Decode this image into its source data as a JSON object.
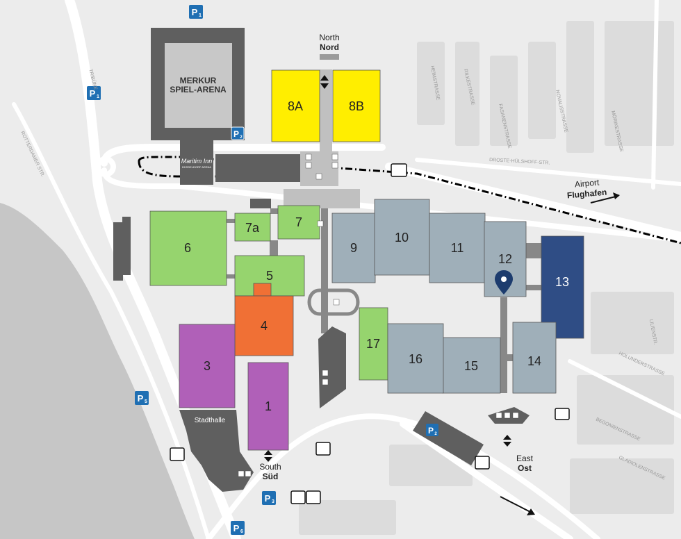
{
  "halls": [
    {
      "id": "8a",
      "label": "8A",
      "color": "#ffee00"
    },
    {
      "id": "8b",
      "label": "8B",
      "color": "#ffee00"
    },
    {
      "id": "7a",
      "label": "7a",
      "color": "#96d46e"
    },
    {
      "id": "7",
      "label": "7",
      "color": "#96d46e"
    },
    {
      "id": "6",
      "label": "6",
      "color": "#96d46e"
    },
    {
      "id": "5",
      "label": "5",
      "color": "#96d46e"
    },
    {
      "id": "4",
      "label": "4",
      "color": "#f07035"
    },
    {
      "id": "3",
      "label": "3",
      "color": "#b060b8"
    },
    {
      "id": "1",
      "label": "1",
      "color": "#b060b8"
    },
    {
      "id": "17",
      "label": "17",
      "color": "#96d46e"
    },
    {
      "id": "9",
      "label": "9",
      "color": "#9fafb9"
    },
    {
      "id": "10",
      "label": "10",
      "color": "#9fafb9"
    },
    {
      "id": "11",
      "label": "11",
      "color": "#9fafb9"
    },
    {
      "id": "12",
      "label": "12",
      "color": "#9fafb9"
    },
    {
      "id": "13",
      "label": "13",
      "color": "#2f4d85"
    },
    {
      "id": "14",
      "label": "14",
      "color": "#9fafb9"
    },
    {
      "id": "15",
      "label": "15",
      "color": "#9fafb9"
    },
    {
      "id": "16",
      "label": "16",
      "color": "#9fafb9"
    }
  ],
  "arena": {
    "line1": "MERKUR",
    "line2": "SPIEL-ARENA"
  },
  "stadthalle": "Stadthalle",
  "hotel": {
    "line1": "Maritim Inn",
    "line2": "DÜSSELDORF ARENA"
  },
  "entrances": {
    "north": {
      "en": "North",
      "de": "Nord"
    },
    "south": {
      "en": "South",
      "de": "Süd"
    },
    "east": {
      "en": "East",
      "de": "Ost"
    }
  },
  "airport": {
    "en": "Airport",
    "de": "Flughafen"
  },
  "parking": {
    "p1_top": {
      "letter": "P",
      "num": "1"
    },
    "p1_left": {
      "letter": "P",
      "num": "1"
    },
    "p2": {
      "letter": "P",
      "num": "2"
    },
    "p3": {
      "letter": "P",
      "num": "3"
    },
    "p5": {
      "letter": "P",
      "num": "5"
    },
    "p6": {
      "letter": "P",
      "num": "6"
    },
    "p_east": {
      "letter": "P",
      "num": "2"
    }
  },
  "streets": [
    {
      "id": "tribuene",
      "label": "TRIBÜNE"
    },
    {
      "id": "rotterdamer",
      "label": "ROTTERDAMER STR."
    },
    {
      "id": "heimstrasse",
      "label": "HEIMSTRASSE"
    },
    {
      "id": "rilke",
      "label": "RILKESTRASSE"
    },
    {
      "id": "fasanen",
      "label": "FASANENSTRASSE"
    },
    {
      "id": "novalis",
      "label": "NOVALISSTRASSE"
    },
    {
      "id": "moerike",
      "label": "MÖRIKESTRASSE"
    },
    {
      "id": "droste",
      "label": "DROSTE-HÜLSHOFF-STR."
    },
    {
      "id": "lilienstr",
      "label": "LILIENSTR."
    },
    {
      "id": "holunder",
      "label": "HOLUNDERSTRASSE"
    },
    {
      "id": "begonien",
      "label": "BEGONIENSTRASSE"
    },
    {
      "id": "gladiolen",
      "label": "GLADIOLENSTRASSE"
    }
  ],
  "colors": {
    "road": "#ffffff",
    "building": "#5f5f5f",
    "water": "#c6c6c6",
    "parking": "#1f6fb3",
    "marker": "#1d3c6e"
  }
}
